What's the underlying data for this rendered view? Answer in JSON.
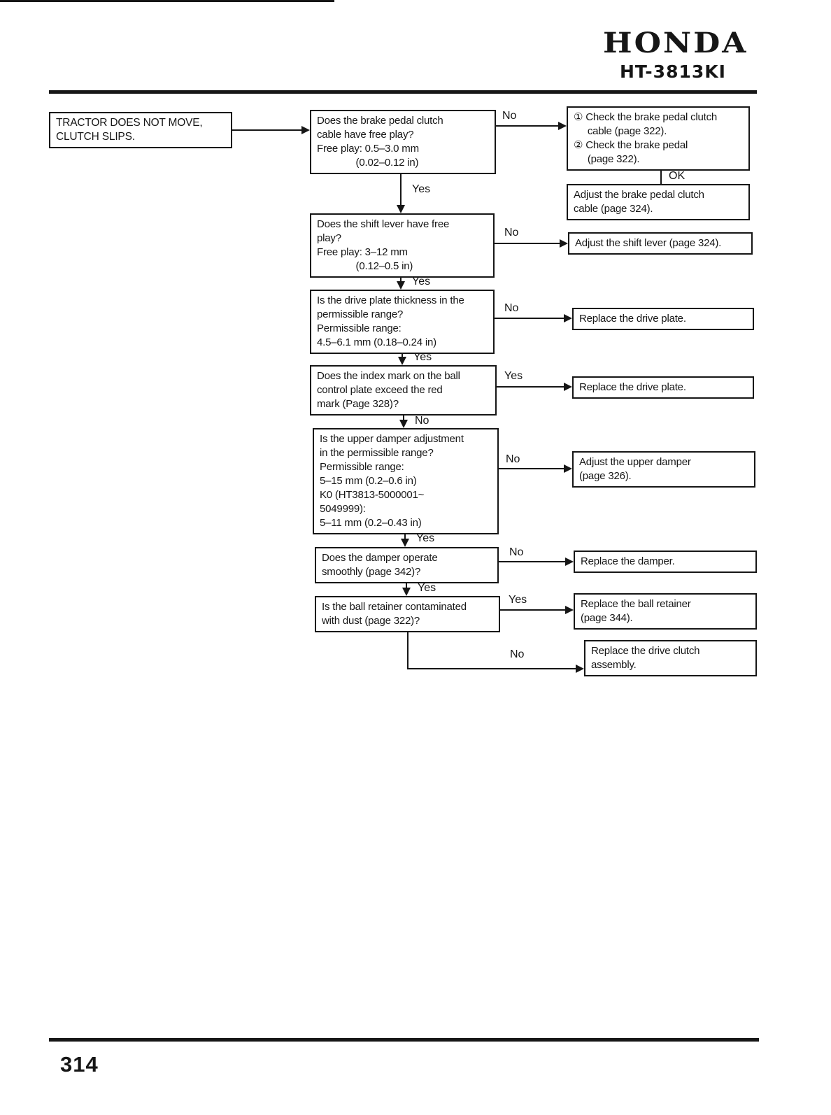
{
  "header": {
    "brand": "HONDA",
    "model": "HT-3813KI"
  },
  "footer": {
    "page_number": "314"
  },
  "labels": {
    "yes": "Yes",
    "no": "No",
    "ok": "OK"
  },
  "colors": {
    "ink": "#161616",
    "paper": "#ffffff"
  },
  "flowchart": {
    "start": [
      "TRACTOR DOES NOT MOVE,",
      "CLUTCH SLIPS."
    ],
    "q_brake_cable": [
      "Does the brake pedal clutch",
      "cable have free play?",
      "Free play: 0.5–3.0 mm",
      "              (0.02–0.12 in)"
    ],
    "a_check_brake": [
      "① Check the brake pedal clutch",
      "     cable (page 322).",
      "② Check the brake pedal",
      "     (page 322)."
    ],
    "a_adjust_brake_cable": [
      "Adjust the brake pedal clutch",
      "cable (page 324)."
    ],
    "q_shift_lever": [
      "Does the shift lever have free",
      "play?",
      "Free play: 3–12 mm",
      "              (0.12–0.5 in)"
    ],
    "a_adjust_shift_lever": [
      "Adjust the shift lever (page 324)."
    ],
    "q_drive_plate": [
      "Is the drive plate thickness in the",
      "permissible range?",
      "Permissible range:",
      "4.5–6.1 mm (0.18–0.24 in)"
    ],
    "a_replace_drive_plate_1": [
      "Replace the drive plate."
    ],
    "q_index_mark": [
      "Does the index mark on the ball",
      "control plate exceed the red",
      "mark (Page 328)?"
    ],
    "a_replace_drive_plate_2": [
      "Replace the drive plate."
    ],
    "q_upper_damper": [
      "Is the upper damper adjustment",
      "in the permissible range?",
      "Permissible range:",
      "5–15 mm (0.2–0.6 in)",
      "K0 (HT3813-5000001~",
      "5049999):",
      "5–11 mm (0.2–0.43 in)"
    ],
    "a_adjust_upper_damper": [
      "Adjust the upper damper",
      "(page 326)."
    ],
    "q_damper_smooth": [
      "Does the damper operate",
      "smoothly (page 342)?"
    ],
    "a_replace_damper": [
      "Replace the damper."
    ],
    "q_ball_retainer": [
      "Is the ball retainer contaminated",
      "with dust (page 322)?"
    ],
    "a_replace_ball_retainer": [
      "Replace the ball retainer",
      "(page 344)."
    ],
    "a_replace_drive_clutch": [
      "Replace the drive clutch",
      "assembly."
    ]
  }
}
